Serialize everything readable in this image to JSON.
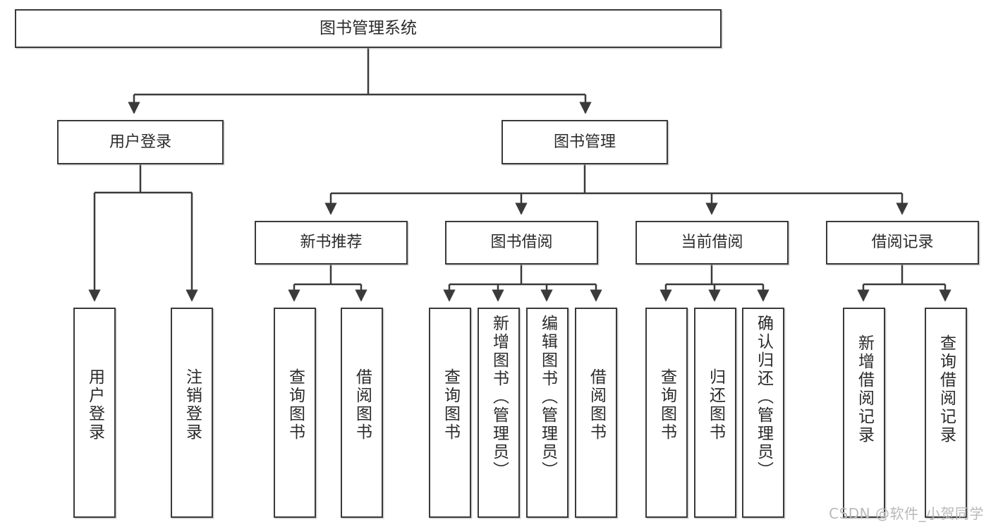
{
  "diagram": {
    "title": "图书管理系统",
    "watermark": "CSDN @软件_小贺同学",
    "line_color": "#3a3a3a",
    "box_fill": "#ffffff",
    "text_color": "#2b2b2b",
    "root": {
      "label": "图书管理系统"
    },
    "level2": [
      {
        "label": "用户登录"
      },
      {
        "label": "图书管理"
      }
    ],
    "level3": [
      {
        "label": "新书推荐"
      },
      {
        "label": "图书借阅"
      },
      {
        "label": "当前借阅"
      },
      {
        "label": "借阅记录"
      }
    ],
    "leaves": {
      "user_login": [
        {
          "label": "用户登录"
        },
        {
          "label": "注销登录"
        }
      ],
      "new_book": [
        {
          "label": "查询图书"
        },
        {
          "label": "借阅图书"
        }
      ],
      "book_borrow": [
        {
          "label": "查询图书"
        },
        {
          "label": "新增图书（管理员）"
        },
        {
          "label": "编辑图书（管理员）"
        },
        {
          "label": "借阅图书"
        }
      ],
      "current_borrow": [
        {
          "label": "查询图书"
        },
        {
          "label": "归还图书"
        },
        {
          "label": "确认归还（管理员）"
        }
      ],
      "borrow_record": [
        {
          "label": "新增借阅记录"
        },
        {
          "label": "查询借阅记录"
        }
      ]
    }
  }
}
